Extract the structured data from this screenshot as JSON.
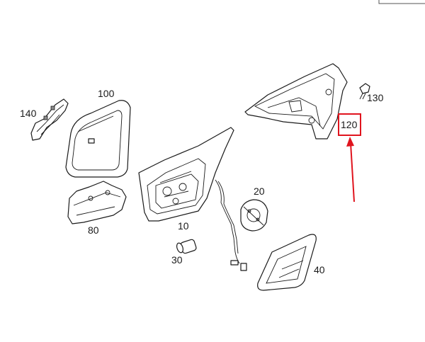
{
  "diagram": {
    "labels": {
      "p100": "100",
      "p140": "140",
      "p80": "80",
      "p10": "10",
      "p20": "20",
      "p30": "30",
      "p40": "40",
      "p120": "120",
      "p130": "130"
    },
    "highlight_color": "#e0141e",
    "line_color": "#1a1a1a"
  }
}
